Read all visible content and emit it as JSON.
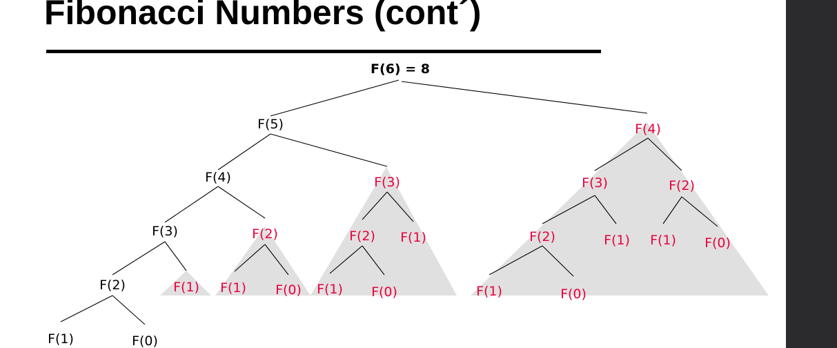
{
  "slide": {
    "title": "Fibonacci Numbers (cont´)",
    "root_label": "F(6) = 8"
  },
  "colors": {
    "computed": "#000000",
    "repeated": "#e8003d",
    "shade": "#e0e0e0",
    "side_bar": "#2b2b2d"
  },
  "tree": {
    "nodes": [
      {
        "id": "f5",
        "label": "F(5)",
        "repeated": false
      },
      {
        "id": "f4-l",
        "label": "F(4)",
        "repeated": false
      },
      {
        "id": "f3-l",
        "label": "F(3)",
        "repeated": false
      },
      {
        "id": "f2-l",
        "label": "F(2)",
        "repeated": false
      },
      {
        "id": "f1-ll",
        "label": "F(1)",
        "repeated": false
      },
      {
        "id": "f0-ll",
        "label": "F(0)",
        "repeated": false
      },
      {
        "id": "f1-a",
        "label": "F(1)",
        "repeated": true
      },
      {
        "id": "f2-b",
        "label": "F(2)",
        "repeated": true
      },
      {
        "id": "f1-b",
        "label": "F(1)",
        "repeated": true
      },
      {
        "id": "f0-b",
        "label": "F(0)",
        "repeated": true
      },
      {
        "id": "f3-c",
        "label": "F(3)",
        "repeated": true
      },
      {
        "id": "f2-c",
        "label": "F(2)",
        "repeated": true
      },
      {
        "id": "f1-c",
        "label": "F(1)",
        "repeated": true
      },
      {
        "id": "f1-c2",
        "label": "F(1)",
        "repeated": true
      },
      {
        "id": "f0-c2",
        "label": "F(0)",
        "repeated": true
      },
      {
        "id": "f4-r",
        "label": "F(4)",
        "repeated": true
      },
      {
        "id": "f3-r",
        "label": "F(3)",
        "repeated": true
      },
      {
        "id": "f2-r",
        "label": "F(2)",
        "repeated": true
      },
      {
        "id": "f2-rr",
        "label": "F(2)",
        "repeated": true
      },
      {
        "id": "f1-r3",
        "label": "F(1)",
        "repeated": true
      },
      {
        "id": "f1-rr1",
        "label": "F(1)",
        "repeated": true
      },
      {
        "id": "f0-rr",
        "label": "F(0)",
        "repeated": true
      },
      {
        "id": "f1-r2",
        "label": "F(1)",
        "repeated": true
      },
      {
        "id": "f0-r2",
        "label": "F(0)",
        "repeated": true
      }
    ],
    "edges": [
      [
        "root",
        "f5"
      ],
      [
        "root",
        "f4-r"
      ],
      [
        "f5",
        "f4-l"
      ],
      [
        "f5",
        "f3-c"
      ],
      [
        "f4-l",
        "f3-l"
      ],
      [
        "f4-l",
        "f2-b"
      ],
      [
        "f3-l",
        "f2-l"
      ],
      [
        "f3-l",
        "f1-a"
      ],
      [
        "f2-l",
        "f1-ll"
      ],
      [
        "f2-l",
        "f0-ll"
      ],
      [
        "f2-b",
        "f1-b"
      ],
      [
        "f2-b",
        "f0-b"
      ],
      [
        "f3-c",
        "f2-c"
      ],
      [
        "f3-c",
        "f1-c"
      ],
      [
        "f2-c",
        "f1-c2"
      ],
      [
        "f2-c",
        "f0-c2"
      ],
      [
        "f4-r",
        "f3-r"
      ],
      [
        "f4-r",
        "f2-rr"
      ],
      [
        "f3-r",
        "f2-r"
      ],
      [
        "f3-r",
        "f1-r3"
      ],
      [
        "f2-rr",
        "f1-rr1"
      ],
      [
        "f2-rr",
        "f0-rr"
      ],
      [
        "f2-r",
        "f1-r2"
      ],
      [
        "f2-r",
        "f0-r2"
      ]
    ]
  }
}
